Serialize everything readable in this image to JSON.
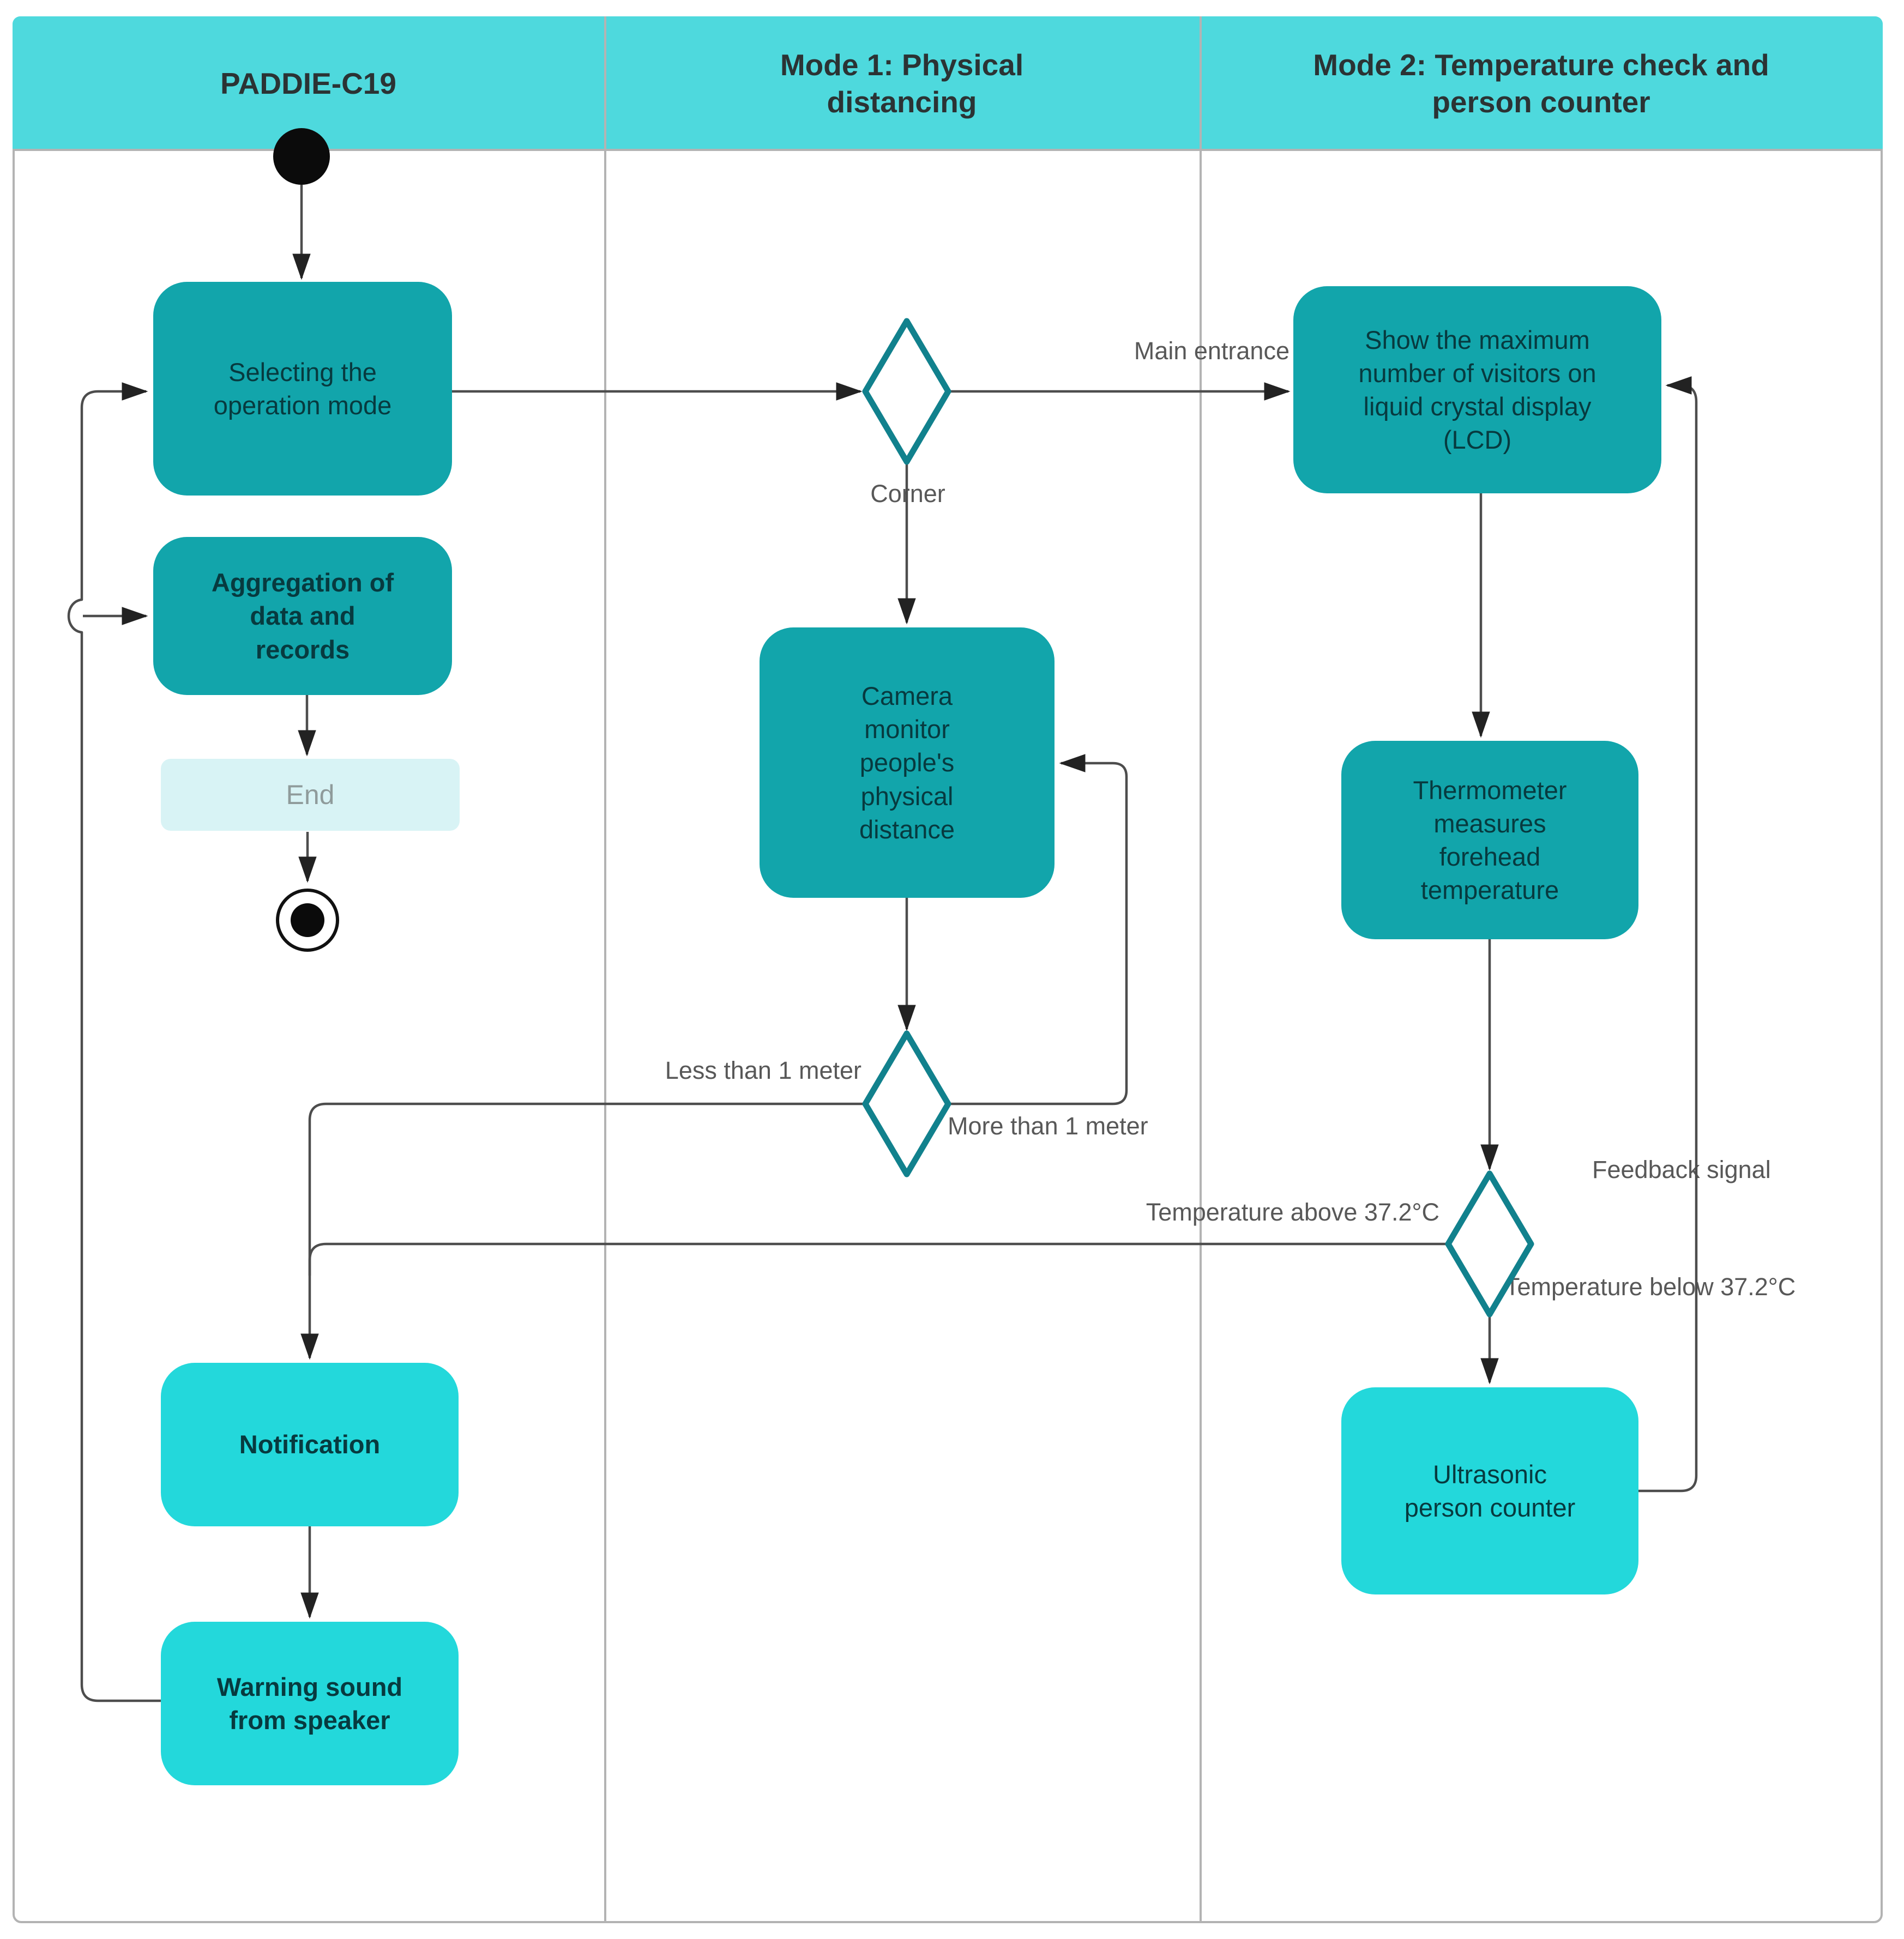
{
  "diagram": {
    "type": "uml-activity-swimlane",
    "lanes": [
      {
        "id": "paddie",
        "label": "PADDIE-C19"
      },
      {
        "id": "mode1",
        "label": "Mode 1: Physical\ndistancing"
      },
      {
        "id": "mode2",
        "label": "Mode 2: Temperature check and\nperson counter"
      }
    ],
    "nodes": {
      "start": {
        "type": "initial-node",
        "label": ""
      },
      "selecting": {
        "type": "action",
        "label": "Selecting the\noperation mode"
      },
      "aggregation": {
        "type": "action",
        "label": "Aggregation of\ndata and\nrecords"
      },
      "end_box": {
        "type": "action-disabled",
        "label": "End"
      },
      "final": {
        "type": "final-node",
        "label": ""
      },
      "notification": {
        "type": "action",
        "label": "Notification"
      },
      "warning": {
        "type": "action",
        "label": "Warning sound\nfrom speaker"
      },
      "decision_mode": {
        "type": "decision",
        "label": ""
      },
      "camera": {
        "type": "action",
        "label": "Camera\nmonitor\npeople's\nphysical\ndistance"
      },
      "decision_distance": {
        "type": "decision",
        "label": ""
      },
      "show_lcd": {
        "type": "action",
        "label": "Show the maximum\nnumber of visitors on\nliquid crystal display\n(LCD)"
      },
      "thermometer": {
        "type": "action",
        "label": "Thermometer\nmeasures\nforehead\ntemperature"
      },
      "decision_temp": {
        "type": "decision",
        "label": ""
      },
      "ultrasonic": {
        "type": "action",
        "label": "Ultrasonic\nperson counter"
      }
    },
    "edge_labels": {
      "main_entrance": "Main entrance",
      "corner": "Corner",
      "less_than": "Less than 1 meter",
      "more_than": "More than 1 meter",
      "temp_above": "Temperature above 37.2°C",
      "temp_below": "Temperature below 37.2°C",
      "feedback": "Feedback signal"
    },
    "colors": {
      "lane_header_fill": "#4ed9dd",
      "action_teal_fill": "#12a5ab",
      "action_cyan_fill": "#23d8db",
      "end_fill": "#d8f3f5",
      "end_text": "#8f9b9b",
      "node_text": "#073a3f",
      "decision_stroke": "#11818d",
      "edge_stroke": "#4d4d4d",
      "edge_label_text": "#585858",
      "lane_border": "#b3b3b3",
      "header_text": "#2b3334"
    }
  }
}
